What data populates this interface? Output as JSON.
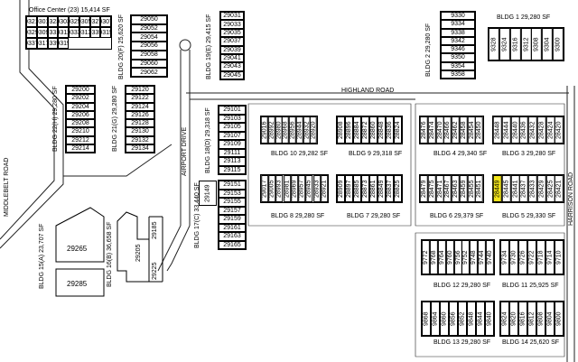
{
  "map": {
    "roads": {
      "highland": "HIGHLAND ROAD",
      "airport": "AIRPORT DRIVE",
      "middlebelt": "MIDDLEBELT ROAD",
      "harrison": "HARRISON ROAD"
    },
    "highlight_color": "#f2e51a",
    "buildings": [
      {
        "id": "office",
        "label": "Office Center (23)  15,414 SF",
        "rows": [
          [
            "9321",
            "9301",
            "9323",
            "9303",
            "9325",
            "9305",
            "9327",
            "9307"
          ],
          [
            "9329",
            "9309",
            "9331",
            "9311",
            "9333",
            "9313",
            "9335",
            "9315"
          ],
          [
            "9337",
            "9317",
            "9339",
            "9319"
          ]
        ]
      },
      {
        "id": "b20f",
        "label": "BLDG 20(F)  25,620 SF",
        "units": [
          "29050",
          "29052",
          "29054",
          "29056",
          "29058",
          "29060",
          "29062"
        ]
      },
      {
        "id": "b19e",
        "label": "BLDG 19(E)  29,415 SF",
        "units": [
          "29031",
          "29033",
          "29035",
          "29037",
          "29039",
          "29041",
          "29043",
          "29045"
        ]
      },
      {
        "id": "b2",
        "label": "BLDG 2  29,280 SF",
        "units": [
          "9330",
          "9334",
          "9338",
          "9342",
          "9346",
          "9350",
          "9354",
          "9358"
        ]
      },
      {
        "id": "b1",
        "label": "BLDG 1  29,280 SF",
        "units": [
          "9328",
          "9324",
          "9316",
          "9312",
          "9308",
          "9304",
          "9300"
        ]
      },
      {
        "id": "b22h",
        "label": "BLDG 22(H)  29,280 SF",
        "units": [
          "29200",
          "29202",
          "29204",
          "29206",
          "29208",
          "29210",
          "29212",
          "29214"
        ]
      },
      {
        "id": "b21g",
        "label": "BLDG 21(G)  29,280 SF",
        "units": [
          "29120",
          "29122",
          "29124",
          "29126",
          "29128",
          "29130",
          "29132",
          "29134"
        ]
      },
      {
        "id": "b18d",
        "label": "BLDG 18(D)  29,318 SF",
        "units": [
          "29101",
          "29103",
          "29105",
          "29107",
          "29109",
          "29111",
          "29113",
          "29115"
        ]
      },
      {
        "id": "b17c",
        "label": "BLDG 17(C)  33,440 SF",
        "side": "29149",
        "units": [
          "29151",
          "29153",
          "29155",
          "29157",
          "29159",
          "29161",
          "29163",
          "29165"
        ]
      },
      {
        "id": "b10",
        "label": "BLDG 10  29,282 SF",
        "units": [
          "29016",
          "28992",
          "28980",
          "28968",
          "28956",
          "28944",
          "28932"
        ],
        "tail": "28920"
      },
      {
        "id": "b9",
        "label": "BLDG 9  29,318 SF",
        "units": [
          "28908",
          "28896",
          "28884",
          "28872",
          "28860",
          "28848",
          "28836",
          "28824"
        ]
      },
      {
        "id": "b4",
        "label": "BLDG 4  29,340 SF",
        "units": [
          "28476",
          "28474",
          "28470",
          "28466",
          "28462",
          "28458",
          "28454",
          "28450"
        ]
      },
      {
        "id": "b3",
        "label": "BLDG 3  29,280 SF",
        "units": [
          "28448",
          "28444",
          "28440",
          "28436",
          "28432",
          "28428",
          "28424",
          "28420"
        ]
      },
      {
        "id": "b8",
        "label": "BLDG 8  29,280 SF",
        "units": [
          "29017",
          "29005",
          "28993",
          "28981",
          "28969",
          "28957",
          "28945",
          "28933"
        ],
        "tail": "28921"
      },
      {
        "id": "b7",
        "label": "BLDG 7  29,280 SF",
        "units": [
          "28909",
          "28897",
          "28885",
          "28873",
          "28861",
          "28849",
          "28837",
          "28825"
        ]
      },
      {
        "id": "b6",
        "label": "BLDG 6  29,379 SF",
        "units": [
          "28479",
          "28475",
          "28471",
          "28467",
          "28463",
          "28459",
          "28455",
          "28451"
        ]
      },
      {
        "id": "b5",
        "label": "BLDG 5  29,330 SF",
        "units": [
          "28449",
          "28445",
          "28441",
          "28437",
          "28433",
          "28429",
          "28425",
          "28421"
        ],
        "highlight": "28449"
      },
      {
        "id": "b15a",
        "label": "BLDG 15(A)  23,707 SF",
        "units": [
          "29265",
          "29285"
        ]
      },
      {
        "id": "b16b",
        "label": "BLDG 16(B)  36,658 SF",
        "units": [
          "29185",
          "29205",
          "29225"
        ]
      },
      {
        "id": "b12",
        "label": "BLDG 12  29,280 SF",
        "units": [
          "9772",
          "9768",
          "9764",
          "9760",
          "9756",
          "9752",
          "9748",
          "9744",
          "9740"
        ]
      },
      {
        "id": "b11",
        "label": "BLDG 11  25,925 SF",
        "units": [
          "9734",
          "9730",
          "9726",
          "9722",
          "9718",
          "9714",
          "9710"
        ]
      },
      {
        "id": "b13",
        "label": "BLDG 13  29,280 SF",
        "units": [
          "9868",
          "9864",
          "9860",
          "9856",
          "9852",
          "9848",
          "9844",
          "9840"
        ]
      },
      {
        "id": "b14",
        "label": "BLDG 14  25,620 SF",
        "units": [
          "9824",
          "9820",
          "9816",
          "9812",
          "9808",
          "9804",
          "9800"
        ]
      }
    ]
  }
}
